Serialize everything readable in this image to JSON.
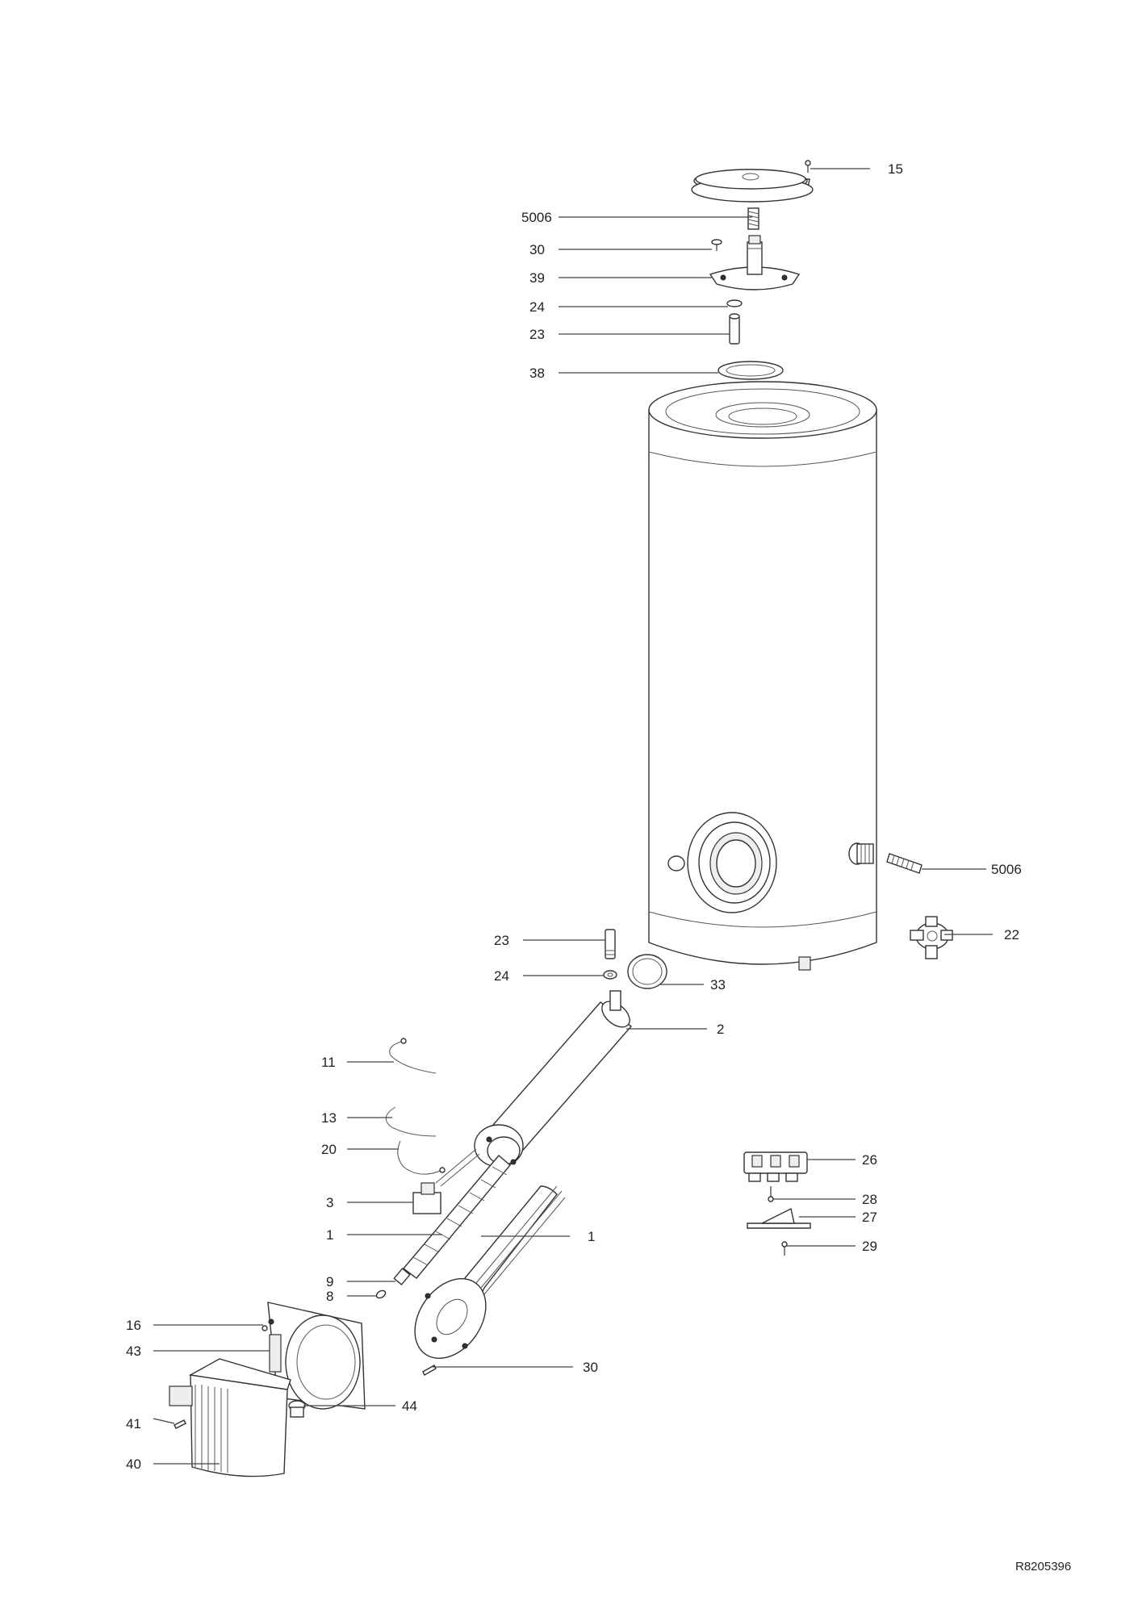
{
  "reference": "R8205396",
  "callouts": [
    {
      "id": "c15",
      "text": "15"
    },
    {
      "id": "c5006a",
      "text": "5006"
    },
    {
      "id": "c30a",
      "text": "30"
    },
    {
      "id": "c39",
      "text": "39"
    },
    {
      "id": "c24a",
      "text": "24"
    },
    {
      "id": "c23a",
      "text": "23"
    },
    {
      "id": "c38",
      "text": "38"
    },
    {
      "id": "c5006b",
      "text": "5006"
    },
    {
      "id": "c22",
      "text": "22"
    },
    {
      "id": "c23b",
      "text": "23"
    },
    {
      "id": "c24b",
      "text": "24"
    },
    {
      "id": "c33",
      "text": "33"
    },
    {
      "id": "c2",
      "text": "2"
    },
    {
      "id": "c11",
      "text": "11"
    },
    {
      "id": "c13",
      "text": "13"
    },
    {
      "id": "c20",
      "text": "20"
    },
    {
      "id": "c3",
      "text": "3"
    },
    {
      "id": "c1a",
      "text": "1"
    },
    {
      "id": "c1b",
      "text": "1"
    },
    {
      "id": "c9",
      "text": "9"
    },
    {
      "id": "c8",
      "text": "8"
    },
    {
      "id": "c26",
      "text": "26"
    },
    {
      "id": "c28",
      "text": "28"
    },
    {
      "id": "c27",
      "text": "27"
    },
    {
      "id": "c29",
      "text": "29"
    },
    {
      "id": "c30b",
      "text": "30"
    },
    {
      "id": "c16",
      "text": "16"
    },
    {
      "id": "c43",
      "text": "43"
    },
    {
      "id": "c44",
      "text": "44"
    },
    {
      "id": "c41",
      "text": "41"
    },
    {
      "id": "c40",
      "text": "40"
    }
  ]
}
